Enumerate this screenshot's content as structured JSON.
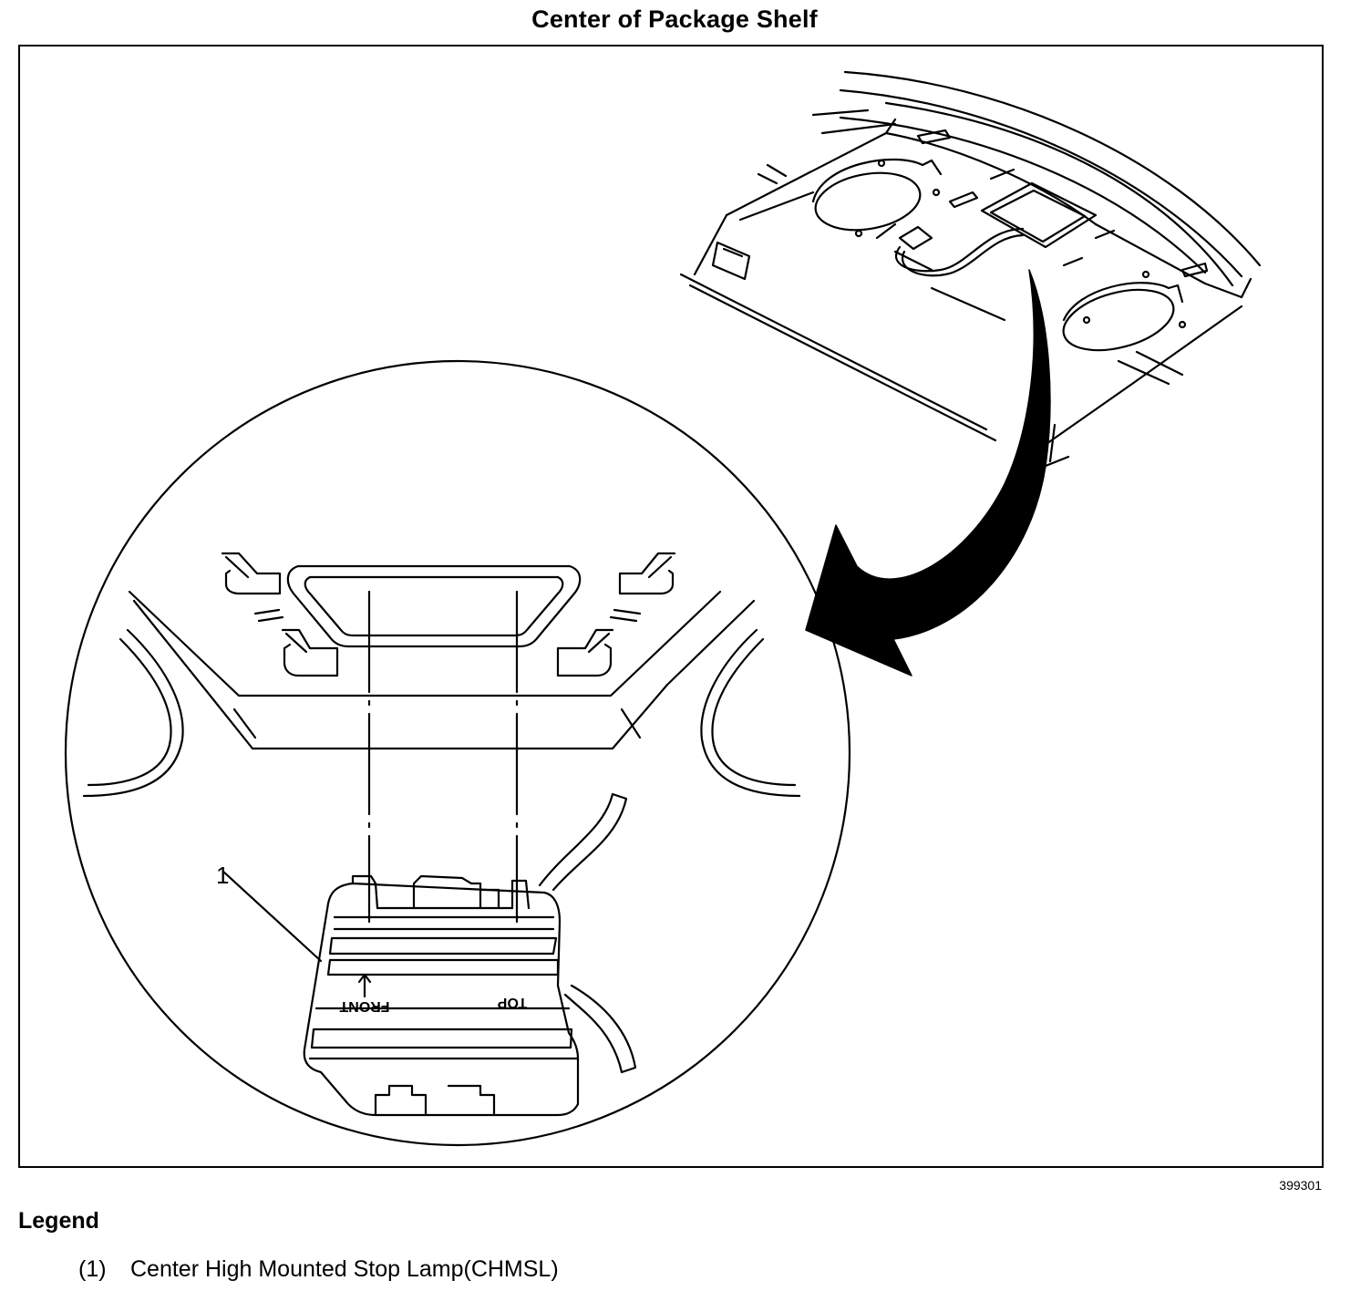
{
  "page": {
    "title": "Center of Package Shelf",
    "figure_number": "399301"
  },
  "illustration": {
    "callout_number": "1",
    "lamp_marking_front": "FRONT",
    "lamp_marking_top": "TOP"
  },
  "legend": {
    "heading": "Legend",
    "items": [
      {
        "number": "(1)",
        "label": "Center High Mounted Stop Lamp(CHMSL)"
      }
    ]
  },
  "colors": {
    "line": "#000000",
    "background": "#ffffff"
  }
}
